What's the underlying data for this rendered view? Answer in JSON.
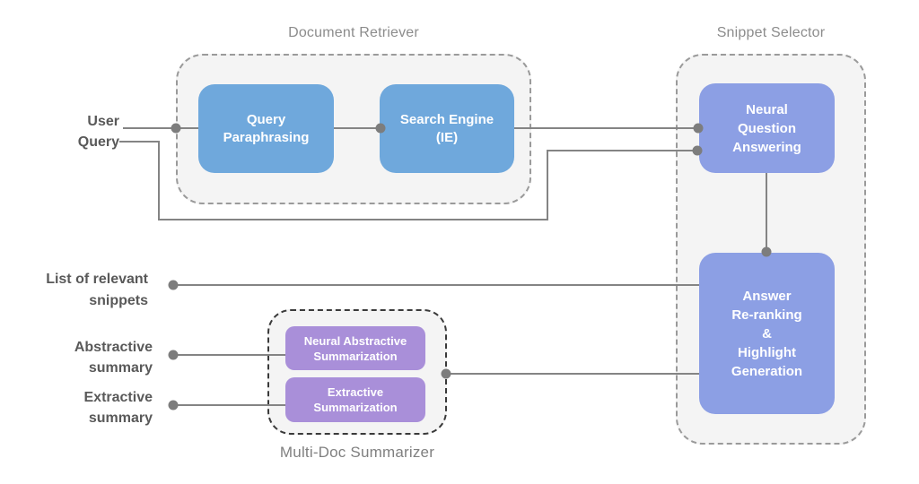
{
  "diagram": {
    "document_retriever": {
      "title": "Document Retriever",
      "query_paraphrasing": "Query\nParaphrasing",
      "search_engine": "Search Engine\n(IE)"
    },
    "snippet_selector": {
      "title": "Snippet Selector",
      "neural_question_answering": "Neural\nQuestion\nAnswering",
      "answer_reranking": "Answer\nRe-ranking\n&\nHighlight\nGeneration"
    },
    "multi_doc_summarizer": {
      "title": "Multi-Doc Summarizer",
      "neural_abstractive": "Neural Abstractive\nSummarization",
      "extractive": "Extractive\nSummarization"
    },
    "labels": {
      "user_query": "User\nQuery",
      "list_of_relevant_snippets": "List of relevant\nsnippets",
      "abstractive_summary": "Abstractive\nsummary",
      "extractive_summary": "Extractive\nsummary"
    },
    "colors": {
      "process_blue": "#6fa8dc",
      "process_periwinkle": "#8c9fe4",
      "process_purple": "#a98fd9",
      "container_fill": "#f4f4f4",
      "container_border": "#9a9a9a",
      "summarizer_border": "#3a3a3a",
      "connector": "#848484",
      "dot": "#7d7d7d",
      "label_text": "#595959",
      "title_text": "#8c8c8c"
    }
  }
}
